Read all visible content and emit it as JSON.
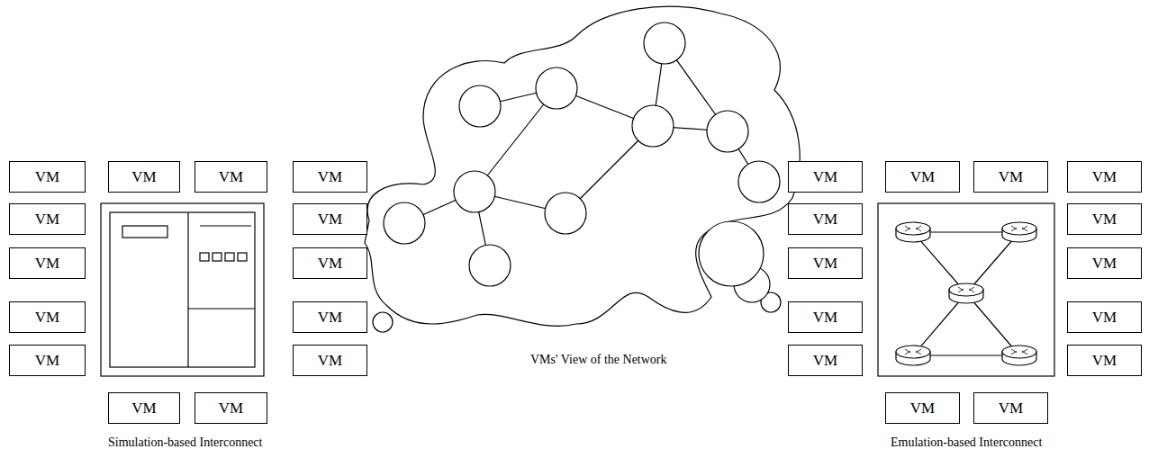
{
  "diagram": {
    "nodes": [
      {
        "text": [
          "VM"
        ]
      },
      {
        "text": [
          "VM"
        ]
      },
      {
        "text": [
          "VM"
        ]
      },
      {
        "text": [
          "VM"
        ]
      },
      {
        "text": [
          "VM"
        ]
      },
      {
        "text": [
          "VM"
        ]
      },
      {
        "text": [
          "VM"
        ]
      },
      {
        "text": [
          "VM"
        ]
      },
      {
        "text": [
          "VM"
        ]
      },
      {
        "text": [
          "VM"
        ]
      },
      {
        "text": [
          "VM"
        ]
      },
      {
        "text": [
          "VM"
        ]
      },
      {
        "text": [
          "VM"
        ]
      },
      {
        "text": [
          "VM"
        ]
      },
      {
        "text": [
          "VM"
        ]
      },
      {
        "text": [
          "VM"
        ]
      },
      {
        "text": [
          "VM"
        ]
      },
      {
        "text": [
          "VM"
        ]
      },
      {
        "text": [
          "VM"
        ]
      },
      {
        "text": [
          "VM"
        ]
      },
      {
        "text": [
          "VM"
        ]
      },
      {
        "text": [
          "VM"
        ]
      },
      {
        "text": [
          "VM"
        ]
      },
      {
        "text": [
          "VM"
        ]
      },
      {
        "text": [
          "VM"
        ]
      },
      {
        "text": [
          "VM"
        ]
      },
      {
        "text": [
          "VM"
        ]
      },
      {
        "text": [
          "VM"
        ]
      }
    ],
    "labels": [
      "VMs' View of the Network",
      "Simulation-based Interconnect",
      "Emulation-based Interconnect"
    ]
  }
}
